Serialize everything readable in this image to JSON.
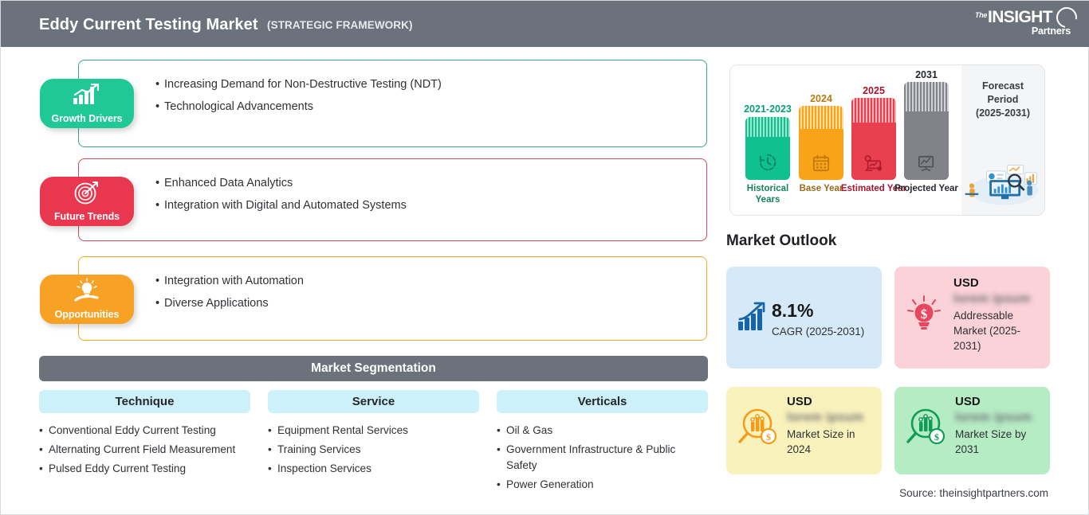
{
  "header": {
    "title": "Eddy Current Testing Market",
    "subtitle": "(STRATEGIC FRAMEWORK)",
    "logo": {
      "the": "The",
      "insight": "INSIGHT",
      "partners": "Partners"
    }
  },
  "framework": {
    "blocks": [
      {
        "badge_label": "Growth Drivers",
        "icon": "bar-chart-growth-icon",
        "color": "#1fc895",
        "border": "#3aa38f",
        "bullets": [
          "Increasing Demand for Non-Destructive Testing (NDT)",
          "Technological Advancements"
        ]
      },
      {
        "badge_label": "Future Trends",
        "icon": "target-dartboard-icon",
        "color": "#e8374f",
        "border": "#d54a5f",
        "bullets": [
          "Enhanced Data Analytics",
          "Integration with Digital and Automated Systems"
        ]
      },
      {
        "badge_label": "Opportunities",
        "icon": "lightbulb-in-hand-icon",
        "color": "#f7a125",
        "border": "#f0ab2a",
        "bullets": [
          "Integration with Automation",
          "Diverse Applications"
        ]
      }
    ]
  },
  "segmentation": {
    "header": "Market Segmentation",
    "columns": [
      {
        "title": "Technique",
        "items": [
          "Conventional Eddy Current Testing",
          "Alternating Current Field Measurement",
          "Pulsed Eddy Current Testing"
        ]
      },
      {
        "title": "Service",
        "items": [
          "Equipment Rental Services",
          "Training Services",
          "Inspection Services"
        ]
      },
      {
        "title": "Verticals",
        "items": [
          "Oil & Gas",
          "Government Infrastructure & Public Safety",
          "Power Generation"
        ]
      }
    ]
  },
  "forecast": {
    "bars": [
      {
        "year": "2021-2023",
        "label": "Historical Years",
        "color": "#0fc18e",
        "icon": "clock-history-icon"
      },
      {
        "year": "2024",
        "label": "Base Year",
        "color": "#f9a318",
        "icon": "calendar-icon"
      },
      {
        "year": "2025",
        "label": "Estimated Year",
        "color": "#e8404f",
        "icon": "analytics-gear-icon"
      },
      {
        "year": "2031",
        "label": "Projected Year",
        "color": "#808388",
        "icon": "presentation-chart-icon"
      }
    ],
    "panel": {
      "line1": "Forecast",
      "line2": "Period",
      "line3": "(2025-2031)",
      "illustration": "team-analytics-illustration"
    }
  },
  "outlook": {
    "title": "Market Outlook",
    "cards": [
      {
        "kind": "cagr",
        "icon": "bar-chart-arrow-icon",
        "value": "8.1%",
        "caption": "CAGR (2025-2031)",
        "bg": "#d6e9f8"
      },
      {
        "kind": "value",
        "icon": "lightbulb-dollar-icon",
        "usd": "USD",
        "amount": "lorem ipsum",
        "caption": "Addressable Market (2025-2031)",
        "bg": "#fad2d8"
      },
      {
        "kind": "value",
        "icon": "magnifier-bar-chart-dollar-icon",
        "usd": "USD",
        "amount": "lorem ipsum",
        "caption": "Market Size in 2024",
        "bg": "#faf2bc"
      },
      {
        "kind": "value",
        "icon": "magnifier-bar-chart-dollar-icon",
        "usd": "USD",
        "amount": "lorem ipsum",
        "caption": "Market Size by 2031",
        "bg": "#b6ecc4"
      }
    ]
  },
  "source": "Source: theinsightpartners.com"
}
